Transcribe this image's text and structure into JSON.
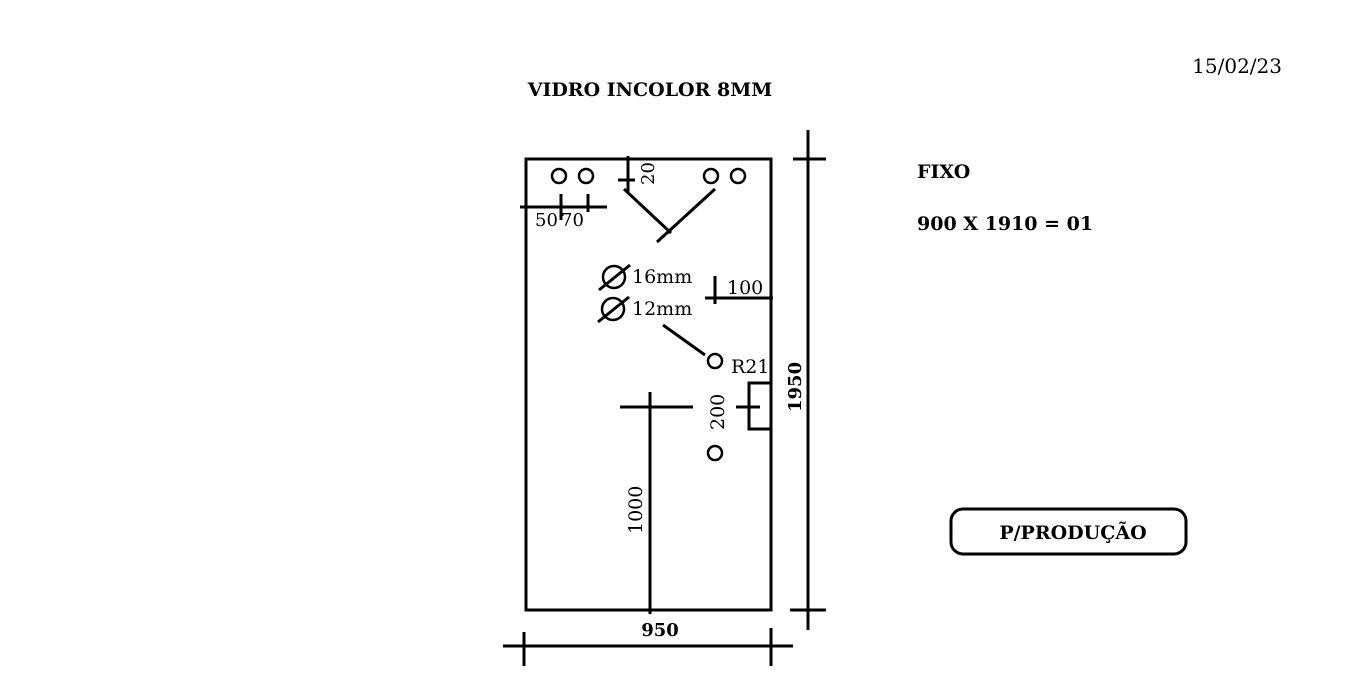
{
  "date": "15/02/23",
  "title": "VIDRO INCOLOR 8MM",
  "piece": {
    "type_label": "FIXO",
    "spec": "900 X 1910 = 01"
  },
  "stamp": "P/PRODUÇÃO",
  "dimensions": {
    "width": "950",
    "height": "1950",
    "hole_offset_a": "50",
    "hole_offset_b": "70",
    "top_offset": "20",
    "side_offset": "100",
    "handle_gap": "200",
    "floor_height": "1000",
    "radius": "R21"
  },
  "hole_sizes": {
    "large": "16mm",
    "small": "12mm"
  }
}
